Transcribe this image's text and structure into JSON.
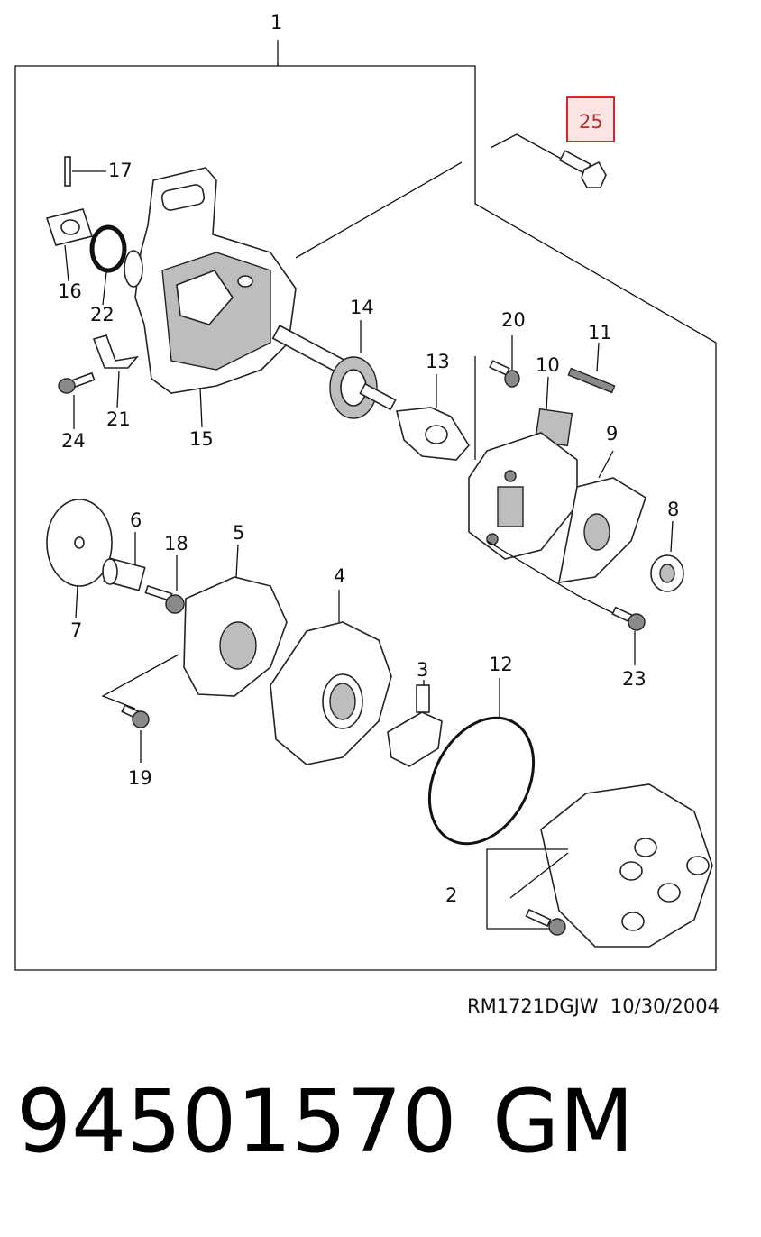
{
  "diagram": {
    "callouts": [
      "1",
      "2",
      "3",
      "4",
      "5",
      "6",
      "7",
      "8",
      "9",
      "10",
      "11",
      "12",
      "13",
      "14",
      "15",
      "16",
      "17",
      "18",
      "19",
      "20",
      "21",
      "22",
      "23",
      "24",
      "25"
    ],
    "highlighted_callout": "25",
    "highlight_color": "#e0202a",
    "highlight_fill": "#fde4e4"
  },
  "footer": {
    "drawing_ref": "RM1721DGJW  10/30/2004",
    "part_number": "94501570",
    "brand": "GM"
  }
}
